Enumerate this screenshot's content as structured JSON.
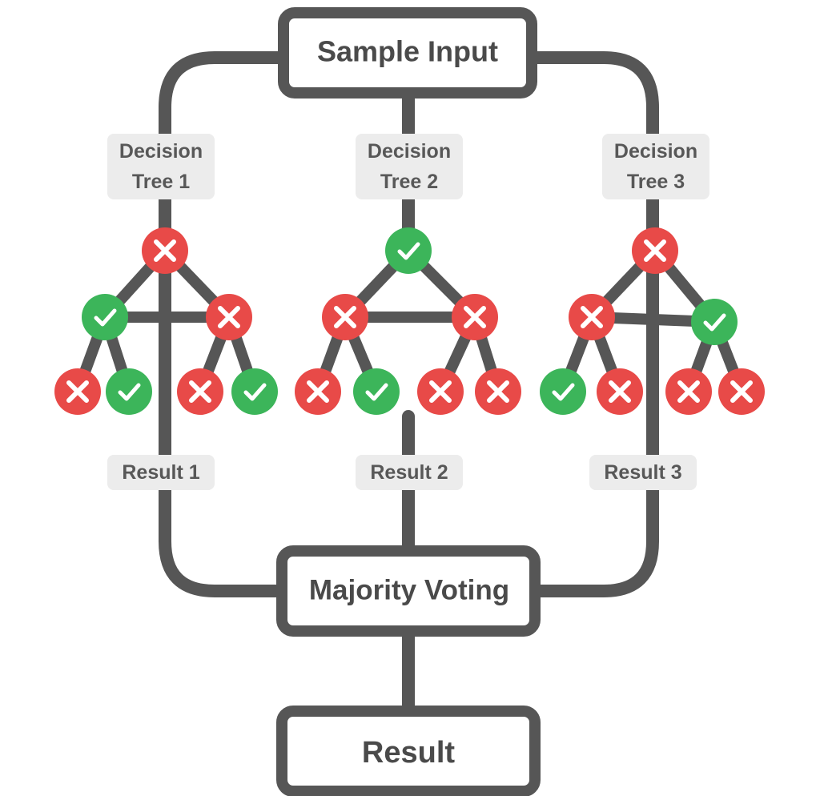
{
  "diagram": {
    "top_box": "Sample Input",
    "middle_box": "Majority Voting",
    "bottom_box": "Result",
    "trees": [
      {
        "label_line1": "Decision",
        "label_line2": "Tree 1",
        "result_label": "Result 1",
        "root": "cross",
        "level1": [
          "check",
          "cross"
        ],
        "leaves": [
          "cross",
          "check",
          "cross",
          "check"
        ]
      },
      {
        "label_line1": "Decision",
        "label_line2": "Tree 2",
        "result_label": "Result 2",
        "root": "check",
        "level1": [
          "cross",
          "cross"
        ],
        "leaves": [
          "cross",
          "check",
          "cross",
          "cross"
        ]
      },
      {
        "label_line1": "Decision",
        "label_line2": "Tree 3",
        "result_label": "Result 3",
        "root": "cross",
        "level1": [
          "cross",
          "check"
        ],
        "leaves": [
          "check",
          "cross",
          "cross",
          "cross"
        ]
      }
    ],
    "icons": {
      "check": "check-icon",
      "cross": "cross-icon"
    }
  },
  "colors": {
    "line": "#565656",
    "check_node": "#3cb55a",
    "cross_node": "#e84a48",
    "label_bg": "#ececec",
    "label_text": "#585858",
    "box_text": "#4a4a4a"
  }
}
